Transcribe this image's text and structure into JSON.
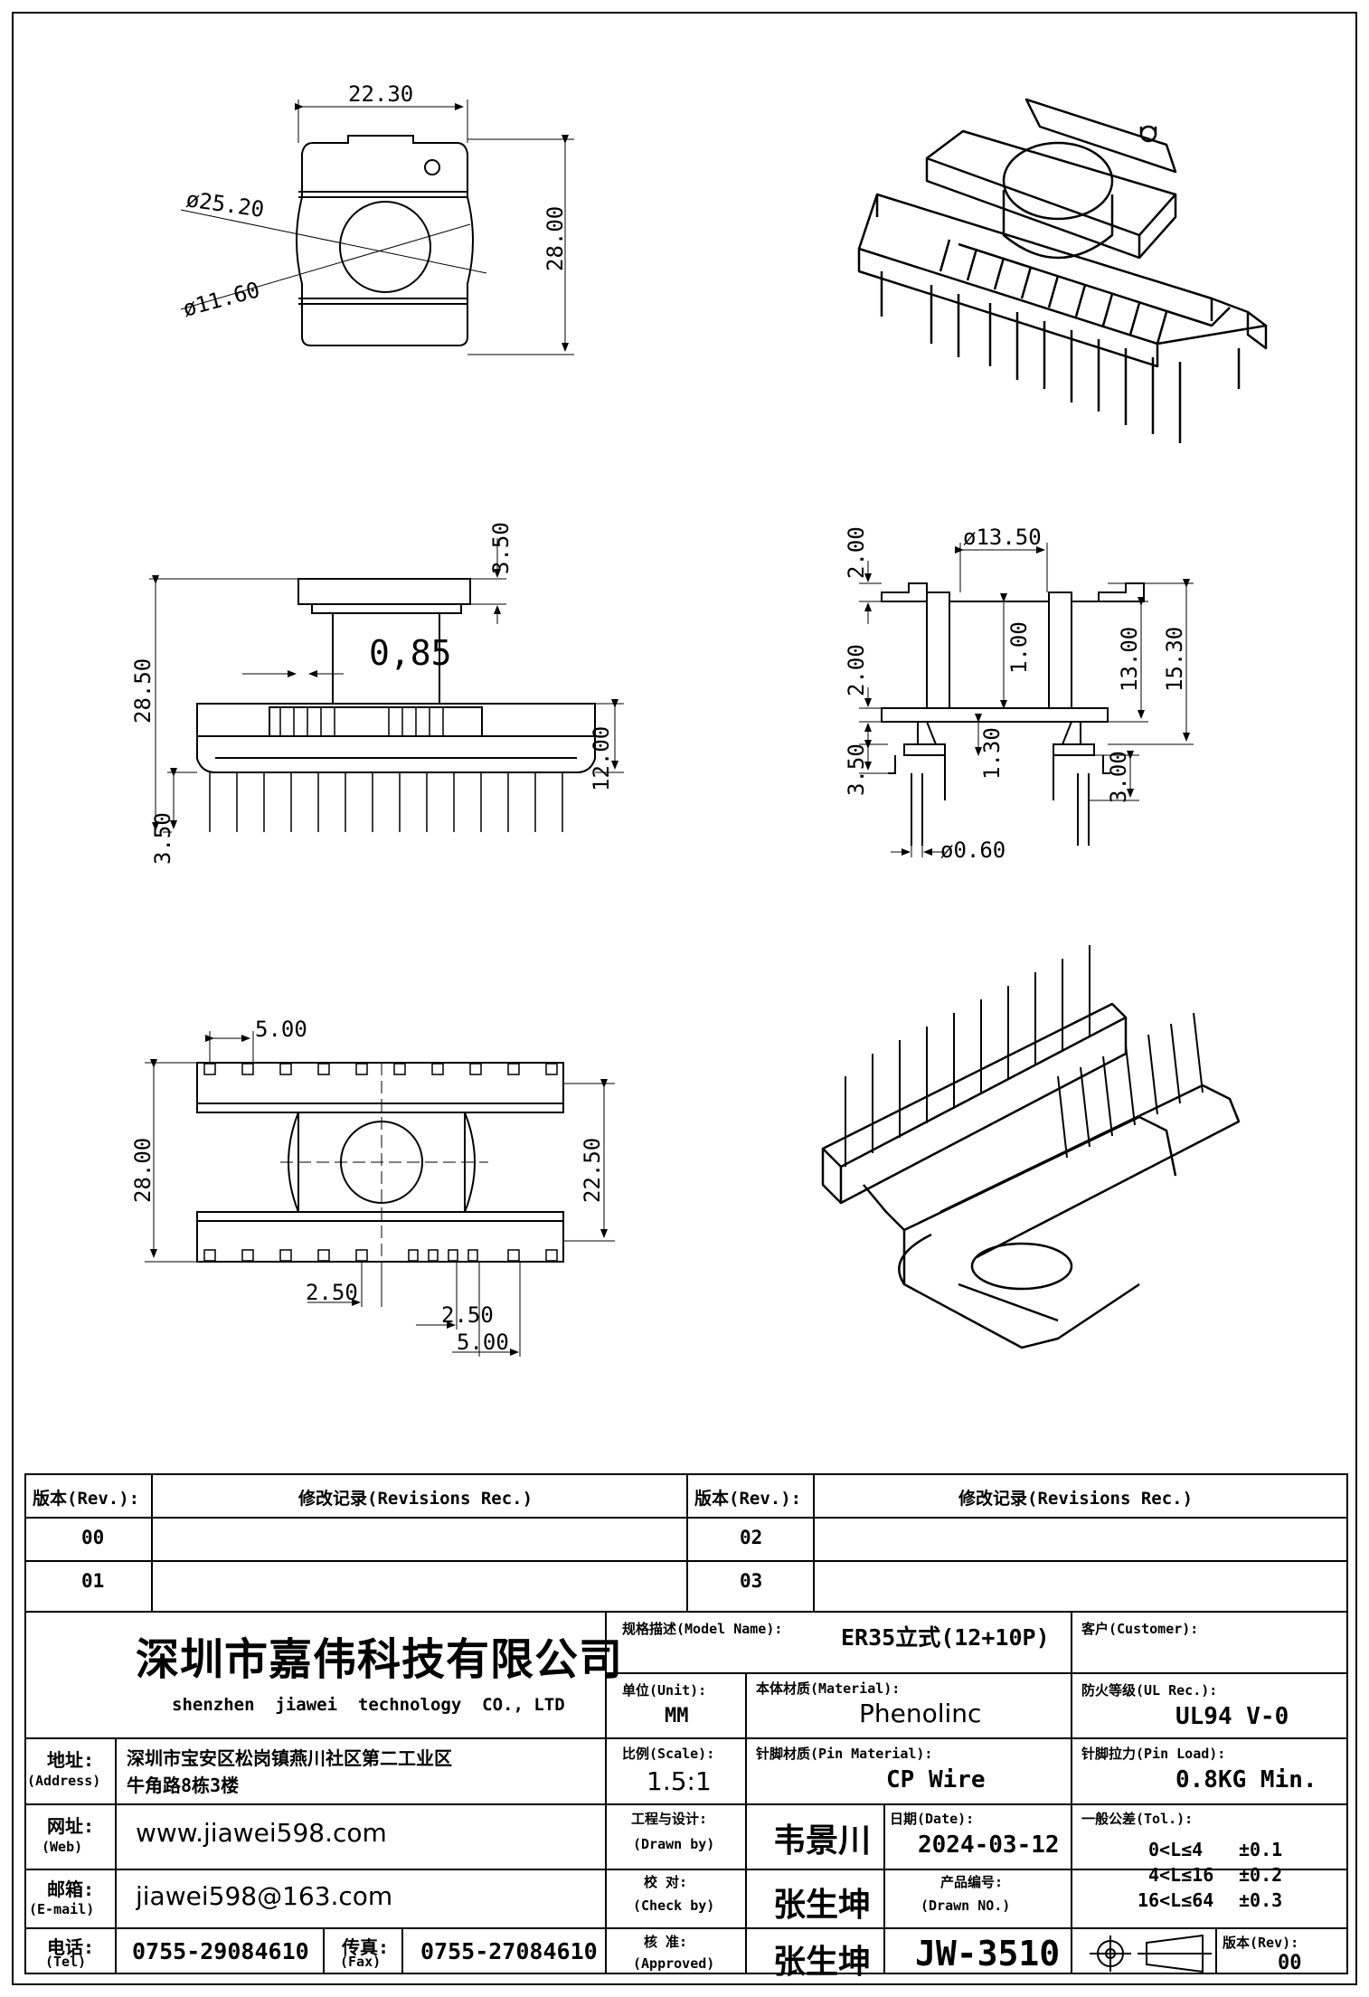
{
  "drawing": {
    "top_view": {
      "width": "22.30",
      "height": "28.00",
      "outer_diameter": "ø25.20",
      "inner_diameter": "ø11.60"
    },
    "side_view": {
      "total_height": "28.50",
      "top_flange": "3.50",
      "gap": "0,85",
      "base_height": "12.00",
      "pin_length": "3.50"
    },
    "end_view": {
      "core_diameter": "ø13.50",
      "top_flange": "2.00",
      "window": "1.00",
      "bottom_flange": "2.00",
      "winding_height": "13.00",
      "overall": "15.30",
      "base_step": "3.50",
      "lip": "1.30",
      "pin_length": "3.00",
      "pin_diameter": "ø0.60"
    },
    "bottom_view": {
      "pin_pitch_top": "5.00",
      "overall": "28.00",
      "row_spacing": "22.50",
      "pitch_a": "2.50",
      "pitch_b": "2.50",
      "pitch_c": "5.00"
    }
  },
  "revisions": {
    "col_rev": "版本(Rev.):",
    "col_rec": "修改记录(Revisions Rec.)",
    "rows": [
      {
        "rev_left": "00",
        "rev_right": "02"
      },
      {
        "rev_left": "01",
        "rev_right": "03"
      }
    ]
  },
  "title_block": {
    "company_cn": "深圳市嘉伟科技有限公司",
    "company_en": "shenzhen  jiawei  technology  CO., LTD",
    "address_label": "地址:",
    "address_label_en": "(Address)",
    "address_line1": "深圳市宝安区松岗镇燕川社区第二工业区",
    "address_line2": "牛角路8栋3楼",
    "web_label": "网址:",
    "web_label_en": "(Web)",
    "web": "www.jiawei598.com",
    "email_label": "邮箱:",
    "email_label_en": "(E-mail)",
    "email": "jiawei598@163.com",
    "tel_label": "电话:",
    "tel_label_en": "(Tel)",
    "tel": "0755-29084610",
    "fax_label": "传真:",
    "fax_label_en": "(Fax)",
    "fax": "0755-27084610",
    "model_label": "规格描述(Model Name):",
    "model": "ER35立式(12+10P)",
    "customer_label": "客户(Customer):",
    "customer": "",
    "unit_label": "单位(Unit):",
    "unit": "MM",
    "material_label": "本体材质(Material):",
    "material": "Phenolinc",
    "ul_label": "防火等级(UL Rec.):",
    "ul": "UL94 V-0",
    "scale_label": "比例(Scale):",
    "scale": "1.5:1",
    "pin_material_label": "针脚材质(Pin Material):",
    "pin_material": "CP Wire",
    "pin_load_label": "针脚拉力(Pin Load):",
    "pin_load": "0.8KG Min.",
    "design_label": "工程与设计:",
    "design_label_en": "(Drawn by)",
    "designer": "韦景川",
    "date_label": "日期(Date):",
    "date": "2024-03-12",
    "tol_label": "一般公差(Tol.):",
    "tol_rows": [
      {
        "range": "0<L≤4",
        "tol": "±0.1"
      },
      {
        "range": "4<L≤16",
        "tol": "±0.2"
      },
      {
        "range": "16<L≤64",
        "tol": "±0.3"
      }
    ],
    "check_label": "校  对:",
    "check_label_en": "(Check by)",
    "checker": "张生坤",
    "drawing_no_label": "产品编号:",
    "drawing_no_label_en": "(Drawn NO.)",
    "approve_label": "核  准:",
    "approve_label_en": "(Approved)",
    "approver": "张生坤",
    "drawing_no": "JW-3510",
    "rev_label": "版本(Rev):",
    "rev": "00"
  }
}
